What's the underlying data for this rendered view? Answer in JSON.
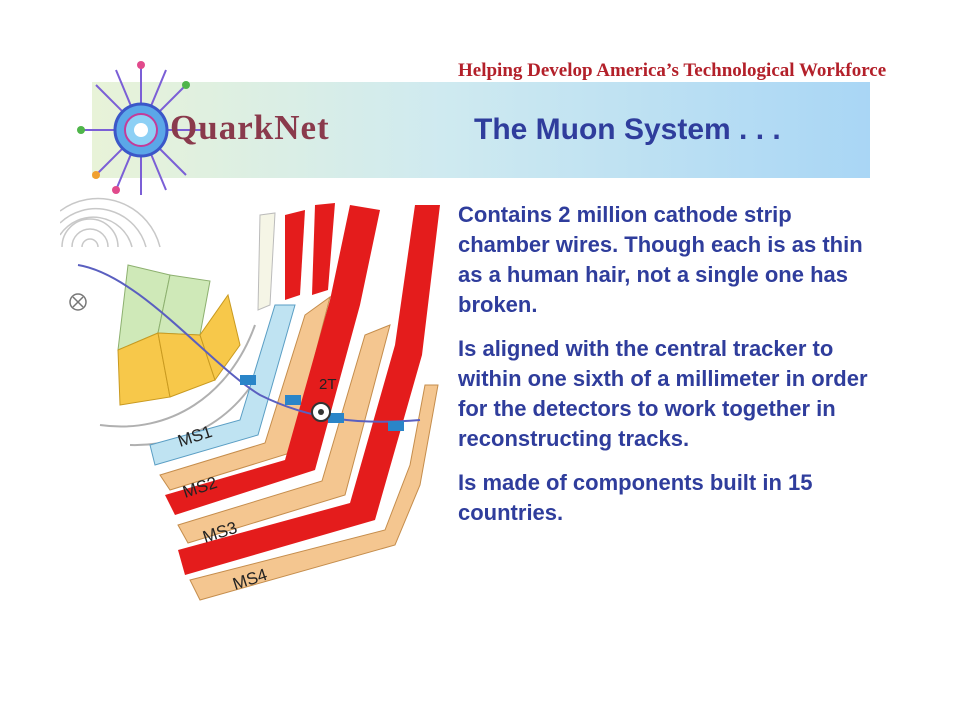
{
  "header": {
    "tagline": "Helping Develop America’s Technological Workforce",
    "logo_text": "QuarkNet",
    "title": "The Muon System . . ."
  },
  "diagram": {
    "labels": [
      "MS1",
      "MS2",
      "MS3",
      "MS4",
      "2T"
    ]
  },
  "bullets": [
    "Contains 2 million cathode strip chamber wires. Though each is as thin as a human hair, not a single one has broken.",
    "Is aligned with the central tracker to within one sixth of a millimeter in order for the detectors to work together in reconstructing tracks.",
    "Is made of components built in 15 countries."
  ],
  "colors": {
    "title": "#2f3d9c",
    "tagline": "#b3202a",
    "iron": "#e41c1c",
    "chamber": "#f4c690",
    "crystal": "#f7c84a"
  }
}
